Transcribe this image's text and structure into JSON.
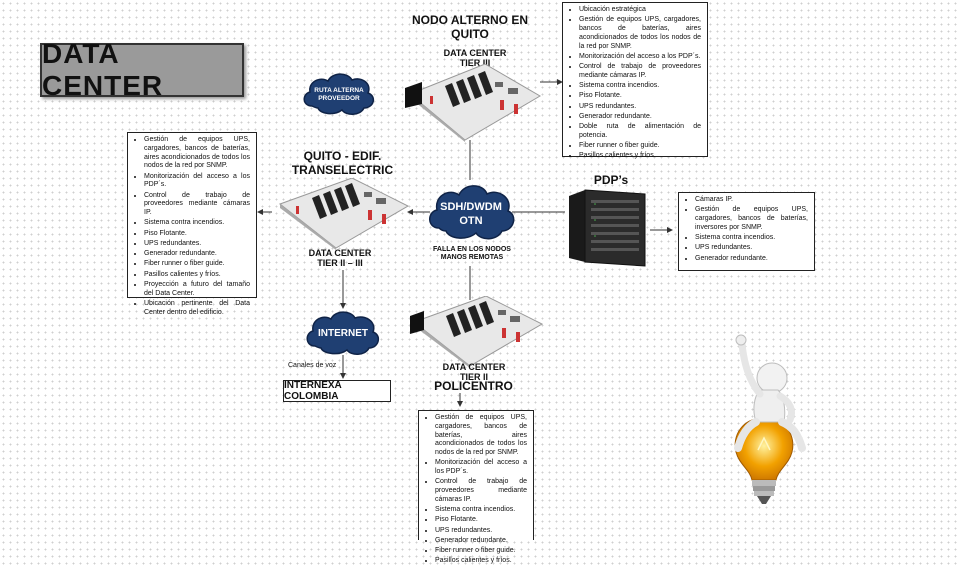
{
  "title": "DATA CENTER",
  "nodes": {
    "quito_alterno": {
      "heading": "NODO ALTERNO EN QUITO",
      "dc_label": "DATA CENTER",
      "tier": "TIER III"
    },
    "transelectric": {
      "heading": "QUITO - EDIF. TRANSELECTRIC",
      "dc_label": "DATA CENTER",
      "tier": "TIER II – III"
    },
    "policentro": {
      "dc_label": "DATA CENTER",
      "tier": "TIER II",
      "heading": "POLICENTRO"
    },
    "pdps": {
      "heading": "PDP’s"
    }
  },
  "clouds": {
    "ruta": "RUTA ALTERNA PROVEEDOR",
    "sdh_line1": "SDH/DWDM",
    "sdh_line2": "OTN",
    "internet": "INTERNET"
  },
  "notes": {
    "falla": "FALLA EN LOS NODOS MANOS REMOTAS",
    "canales": "Canales de voz"
  },
  "internexa": "INTERNEXA COLOMBIA",
  "lists": {
    "top_right": [
      "Ubicación estratégica",
      "Gestión de equipos UPS, cargadores, bancos de baterías, aires acondicionados de todos los nodos de la red por SNMP.",
      "Monitorización del acceso a los PDP´s.",
      "Control de trabajo de proveedores mediante cámaras IP.",
      "Sistema contra incendios.",
      "Piso Flotante.",
      "UPS redundantes.",
      "Generador redundante.",
      "Doble ruta de alimentación de potencia.",
      "Fiber runner o fiber guide.",
      "Pasillos calientes y fríos."
    ],
    "left": [
      "Gestión de equipos UPS, cargadores, bancos de baterías, aires acondicionados de todos los nodos de la red por SNMP.",
      "Monitorización del acceso a los PDP´s.",
      "Control de trabajo de proveedores mediante cámaras IP.",
      "Sistema contra incendios.",
      "Piso Flotante.",
      "UPS redundantes.",
      "Generador redundante.",
      "Fiber runner o fiber guide.",
      "Pasillos calientes y fríos.",
      "Proyección a futuro del tamaño del Data Center.",
      "Ubicación pertinente del Data Center dentro del edificio."
    ],
    "pdp": [
      "Cámaras IP.",
      "Gestión de equipos UPS, cargadores, bancos de baterías, inversores por SNMP.",
      "Sistema contra incendios.",
      "UPS redundantes.",
      "Generador redundante."
    ],
    "bottom": [
      "Gestión de equipos UPS, cargadores, bancos de baterías, aires acondicionados de todos los nodos de la red por SNMP.",
      "Monitorización del acceso a los PDP´s.",
      "Control de trabajo de proveedores mediante cámaras IP.",
      "Sistema contra incendios.",
      "Piso Flotante.",
      "UPS redundantes.",
      "Generador redundante.",
      "Fiber runner o fiber guide.",
      "Pasillos calientes y fríos."
    ]
  },
  "colors": {
    "cloud_fill": "#1f3f72",
    "cloud_dark": "#0f2347",
    "title_bg": "#9a9a9a",
    "bulb": "#f2a100"
  }
}
